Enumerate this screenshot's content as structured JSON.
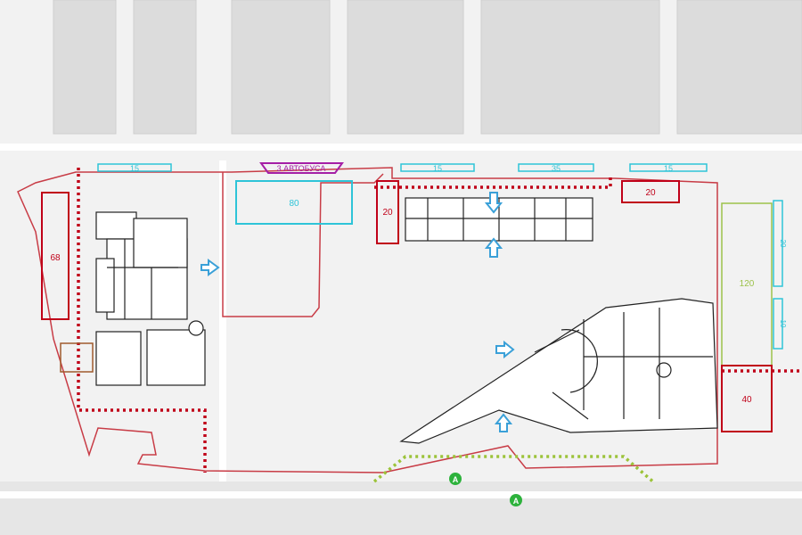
{
  "colors": {
    "site_boundary": "#c83c46",
    "parking_primary": "#c00018",
    "parking_visitor": "#2ec4d8",
    "parking_green": "#9cc24a",
    "pedestrian_route": "#9cc33a",
    "bus_stop": "#a51fa6",
    "entrance_arrow": "#3aa0d8",
    "transit_stop": "#2db23c",
    "building_fill": "#ffffff",
    "building_outline": "#222222",
    "background": "#f2f2f2",
    "context_buildings": "#d6d6d6"
  },
  "parking_labels": {
    "west_lot": "68",
    "north_central_lot": "80",
    "north_strip_1": "15",
    "north_strip_2": "15",
    "north_strip_3": "35",
    "north_strip_4": "15",
    "north_block_left": "20",
    "north_block_right": "20",
    "east_green_lot": "120",
    "east_lot": "40",
    "east_vertical_1": "20",
    "east_vertical_2": "10"
  },
  "bus_stop": {
    "label": "3 АВТОБУСА"
  },
  "transit_stops": [
    {
      "label": "A"
    },
    {
      "label": "A"
    }
  ],
  "icons": {
    "entrance": "arrow-icon",
    "transit": "metro-stop-icon",
    "bus": "bus-stop-icon"
  }
}
